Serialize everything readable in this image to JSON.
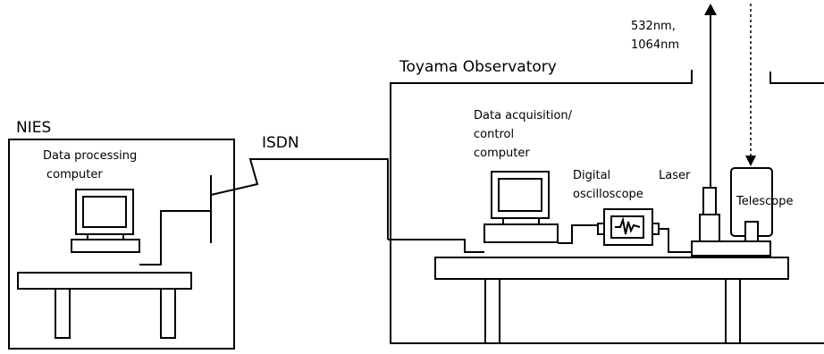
{
  "diagram": {
    "nies": {
      "title": "NIES",
      "computer_label_line1": "Data processing",
      "computer_label_line2": "computer"
    },
    "link": {
      "label": "ISDN"
    },
    "observatory": {
      "title": "Toyama Observatory",
      "acq_label_line1": "Data acquisition/",
      "acq_label_line2": "control",
      "acq_label_line3": "computer",
      "osc_label_line1": "Digital",
      "osc_label_line2": "oscilloscope",
      "laser_label": "Laser",
      "telescope_label": "Telescope",
      "beam_label_line1": "532nm,",
      "beam_label_line2": "1064nm"
    }
  }
}
